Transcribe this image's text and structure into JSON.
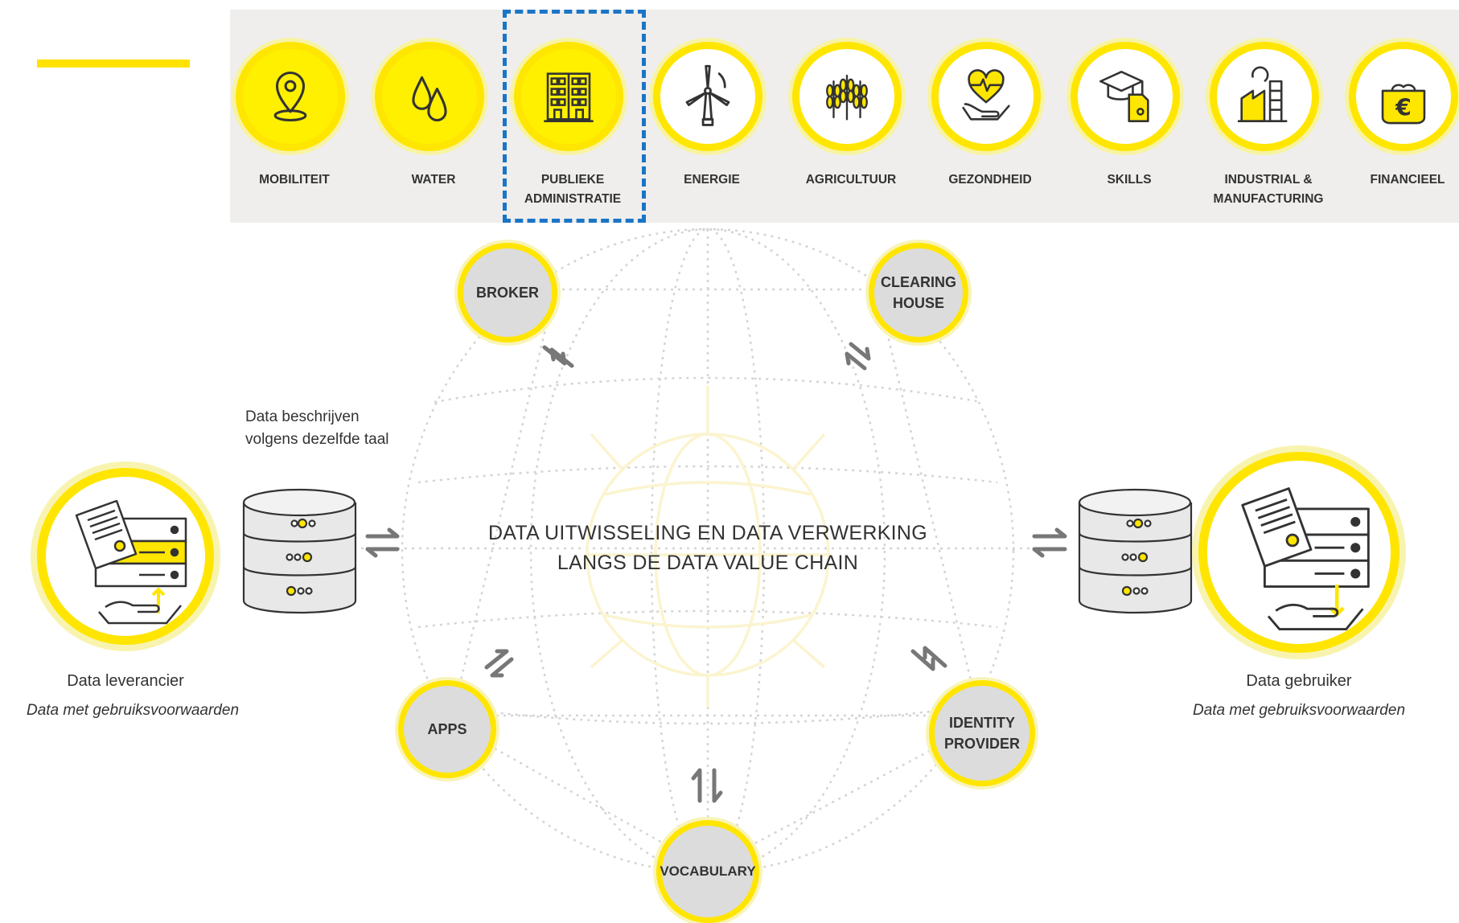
{
  "sectors": [
    {
      "label": "MOBILITEIT",
      "icon": "map-pin-icon",
      "style": "filled"
    },
    {
      "label": "WATER",
      "icon": "water-drops-icon",
      "style": "filled"
    },
    {
      "label": "PUBLIEKE ADMINISTRATIE",
      "icon": "building-icon",
      "style": "filled",
      "selected": true
    },
    {
      "label": "ENERGIE",
      "icon": "wind-turbine-icon",
      "style": "hollow"
    },
    {
      "label": "AGRICULTUUR",
      "icon": "wheat-icon",
      "style": "hollow"
    },
    {
      "label": "GEZONDHEID",
      "icon": "heart-hand-icon",
      "style": "hollow"
    },
    {
      "label": "SKILLS",
      "icon": "graduation-cap-icon",
      "style": "hollow"
    },
    {
      "label": "INDUSTRIAL & MANUFACTURING",
      "icon": "factory-icon",
      "style": "hollow"
    },
    {
      "label": "FINANCIEEL",
      "icon": "euro-wallet-icon",
      "style": "hollow"
    }
  ],
  "nodes": {
    "broker": "BROKER",
    "clearing_house": "CLEARING HOUSE",
    "apps": "APPS",
    "identity_provider": "IDENTITY PROVIDER",
    "vocabulary": "VOCABULARY"
  },
  "center": {
    "line1": "DATA UITWISSELING EN DATA VERWERKING",
    "line2": "LANGS DE DATA VALUE CHAIN"
  },
  "provider": {
    "name": "Data leverancier",
    "sub": "Data met gebruiksvoorwaarden",
    "db_caption": "Data beschrijven volgens dezelfde taal"
  },
  "consumer": {
    "name": "Data gebruiker",
    "sub": "Data met gebruiksvoorwaarden"
  },
  "colors": {
    "accent_yellow": "#ffe500",
    "selection_blue": "#1b75c7",
    "node_gray": "#dcdcdc",
    "band_gray": "#efeeec"
  }
}
